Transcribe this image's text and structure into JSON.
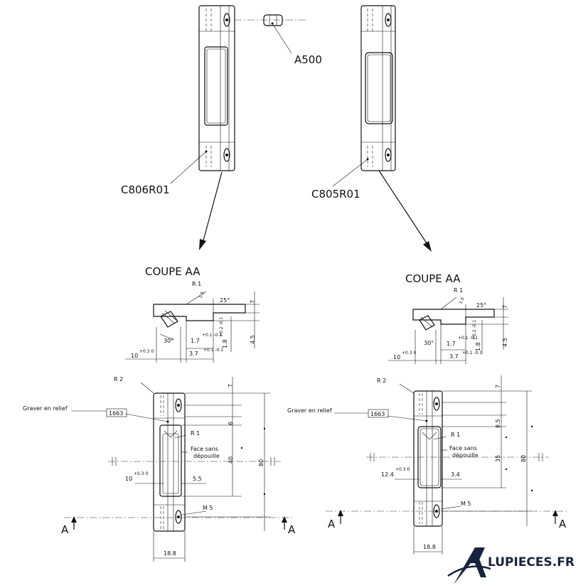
{
  "parts": {
    "screw": "A500",
    "left_part": "C806R01",
    "right_part": "C805R01"
  },
  "section": {
    "title": "COUPE AA",
    "radius_1": "R 1",
    "angle_25": "25°",
    "angle_30": "30°",
    "dim_7": "7",
    "dim_1_5": "1.5",
    "dim_4_5": "4.5",
    "dim_1_8": "1.8",
    "tol_1_8": "+0.2 -0.1",
    "dim_1_7": "1.7",
    "tol_1_7": "+0.1 -0.1",
    "dim_3_7": "3.7",
    "tol_3_7": "+0.1 -0.1",
    "dim_10": "10",
    "tol_10": "+0.3 0"
  },
  "left_view": {
    "radius_2": "R 2",
    "engrave_note": "Graver en relief",
    "code": "1663",
    "radius_1": "R 1",
    "face_note_1": "Face sans",
    "face_note_2": "dépouille",
    "dim_7": "7",
    "dim_6": "6",
    "dim_40": "40",
    "dim_80": "80",
    "dim_10": "10",
    "tol_10": "+0.3 0",
    "dim_5_5": "5.5",
    "thread": "M 5",
    "width": "18.8",
    "section_marker": "A"
  },
  "right_view": {
    "radius_2": "R 2",
    "engrave_note": "Graver en relief",
    "code": "1663",
    "radius_1": "R 1",
    "face_note_1": "Face sans",
    "face_note_2": "dépouille",
    "dim_7": "7",
    "dim_8_5": "8.5",
    "dim_35": "35",
    "dim_80": "80",
    "dim_12_4": "12.4",
    "tol_12_4": "+0.3 0",
    "dim_3_4": "3.4",
    "thread": "M 5",
    "width": "18.8",
    "section_marker": "A"
  },
  "brand": {
    "logo_letter": "A",
    "logo_text": "LUPIECES.FR"
  }
}
